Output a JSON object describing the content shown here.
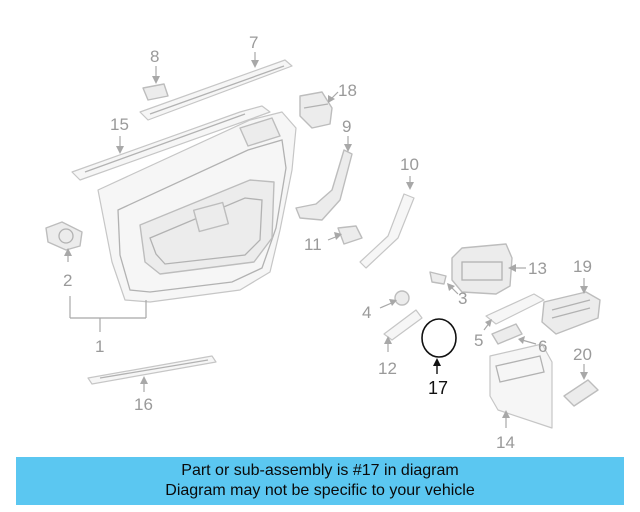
{
  "labels": {
    "p1": "1",
    "p2": "2",
    "p3": "3",
    "p4": "4",
    "p5": "5",
    "p6": "6",
    "p7": "7",
    "p8": "8",
    "p9": "9",
    "p10": "10",
    "p11": "11",
    "p12": "12",
    "p13": "13",
    "p14": "14",
    "p15": "15",
    "p16": "16",
    "p17": "17",
    "p18": "18",
    "p19": "19",
    "p20": "20"
  },
  "highlighted_part": "17",
  "banner": {
    "line1": "Part or sub-assembly is #17 in diagram",
    "line2": "Diagram may not be specific to your vehicle",
    "background_color": "#5bc7f1"
  }
}
